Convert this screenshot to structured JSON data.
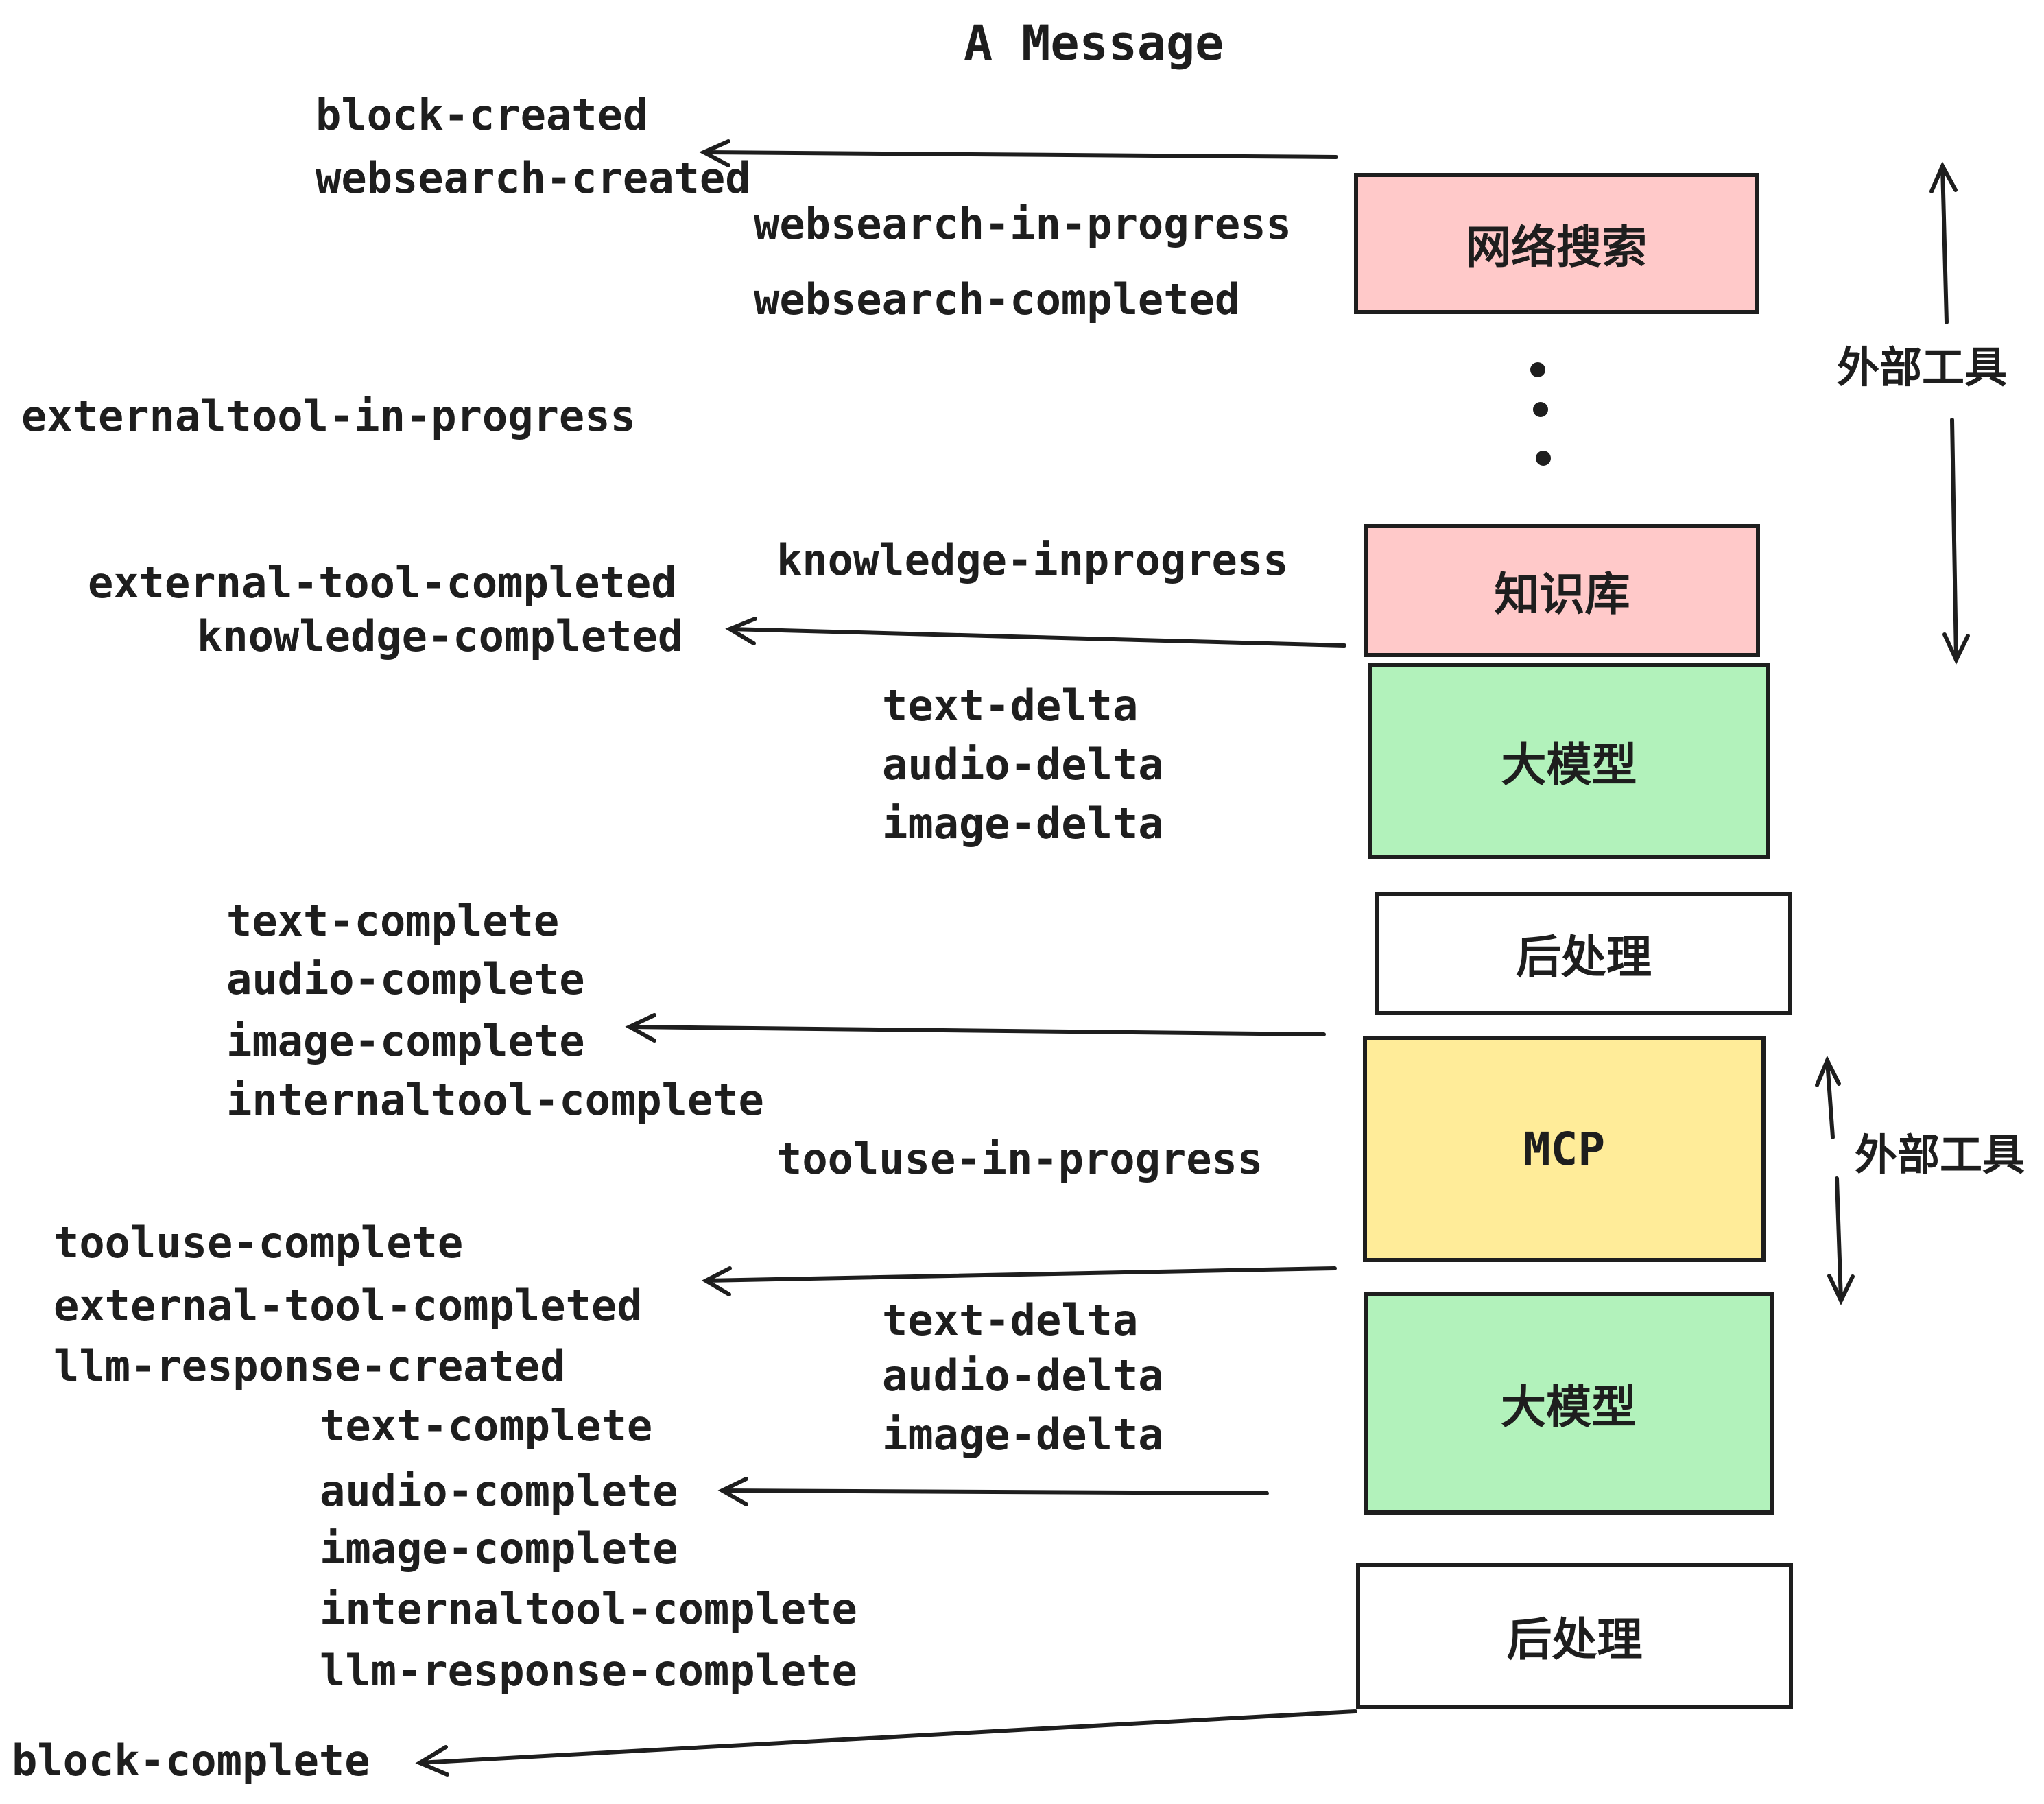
{
  "title": "A Message",
  "colors": {
    "ink": "#1e1e1e",
    "pink": "#ffc9c9",
    "green": "#b2f2bb",
    "yellow": "#ffec99",
    "white": "#ffffff"
  },
  "boxes": {
    "websearch": "网络搜索",
    "knowledge": "知识库",
    "llm_top": "大模型",
    "post_top": "后处理",
    "mcp": "MCP",
    "llm_bottom": "大模型",
    "post_bottom": "后处理"
  },
  "side_labels": {
    "external_tools_top": "外部工具",
    "external_tools_bottom": "外部工具"
  },
  "events": {
    "block_created": "block-created",
    "websearch_created": "websearch-created",
    "websearch_in_progress": "websearch-in-progress",
    "websearch_completed": "websearch-completed",
    "externaltool_in_progress": "externaltool-in-progress",
    "knowledge_inprogress": "knowledge-inprogress",
    "external_tool_completed": "external-tool-completed",
    "knowledge_completed": "knowledge-completed",
    "text_delta": "text-delta",
    "audio_delta": "audio-delta",
    "image_delta": "image-delta",
    "text_complete": "text-complete",
    "audio_complete": "audio-complete",
    "image_complete": "image-complete",
    "internaltool_complete": "internaltool-complete",
    "tooluse_in_progress": "tooluse-in-progress",
    "tooluse_complete": "tooluse-complete",
    "llm_response_created": "llm-response-created",
    "llm_response_complete": "llm-response-complete",
    "block_complete": "block-complete"
  }
}
